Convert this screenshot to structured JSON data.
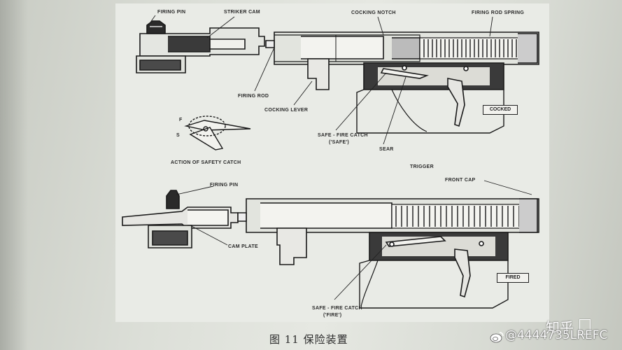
{
  "figure": {
    "top_diagram": {
      "labels": {
        "firing_pin": "FIRING PIN",
        "striker_cam": "STRIKER CAM",
        "cocking_notch": "COCKING NOTCH",
        "firing_rod_spring": "FIRING ROD SPRING",
        "firing_rod": "FIRING ROD",
        "cocking_lever": "COCKING LEVER",
        "safe_fire_catch": "SAFE - FIRE CATCH",
        "safe_state": "('SAFE')",
        "sear": "SEAR",
        "trigger": "TRIGGER",
        "cocked_box": "COCKED"
      }
    },
    "safety_detail": {
      "label": "ACTION OF SAFETY CATCH",
      "mark_top": "F",
      "mark_bottom": "S"
    },
    "bottom_diagram": {
      "labels": {
        "firing_pin": "FIRING PIN",
        "cam_plate": "CAM PLATE",
        "front_cap": "FRONT CAP",
        "safe_fire_catch": "SAFE - FIRE CATCH",
        "fire_state": "('FIRE')",
        "fired_box": "FIRED"
      }
    }
  },
  "caption": "图 11   保险装置",
  "watermark": {
    "platform_logo": "知乎",
    "handle": "@4444735LREFC",
    "icon": "weibo-icon"
  }
}
